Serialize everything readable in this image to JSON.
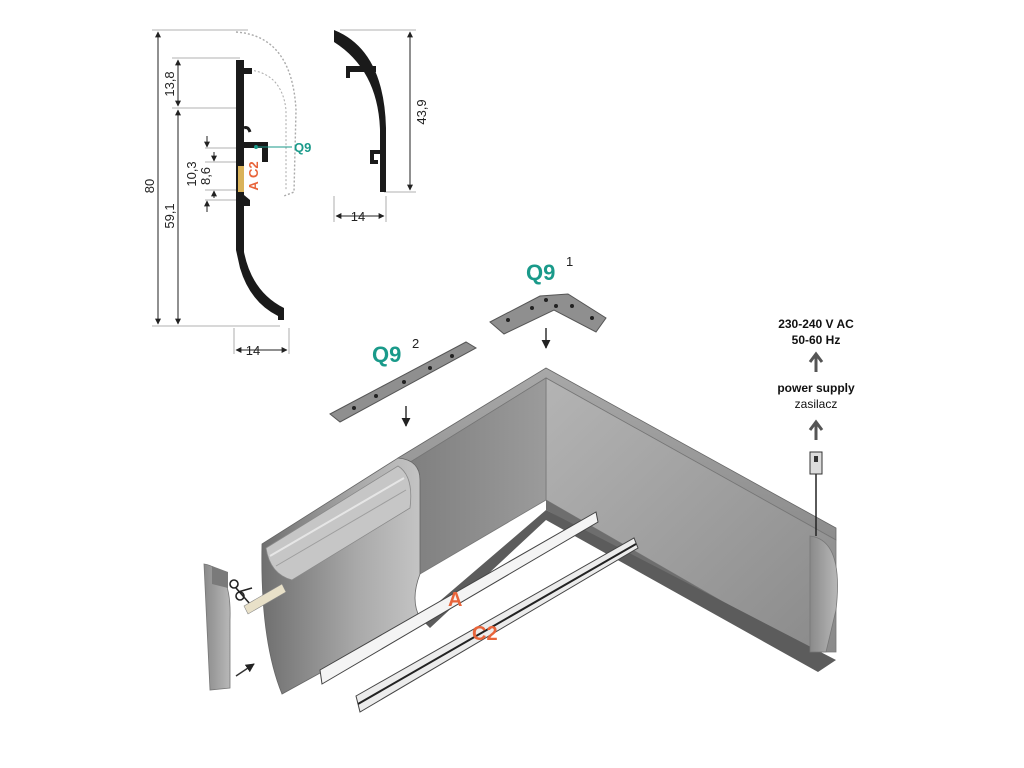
{
  "labels": {
    "q9": "Q9",
    "q9_sup_1": "1",
    "q9_sup_2": "2",
    "a": "A",
    "c2": "C2",
    "ac2_vertical": "A C2"
  },
  "dimensions": {
    "height_total": "80",
    "height_upper": "13,8",
    "height_lower": "59,1",
    "height_channel_outer": "10,3",
    "height_channel_inner": "8,6",
    "width_profile": "14",
    "width_cover": "14",
    "height_cover": "43,9"
  },
  "power": {
    "voltage": "230-240 V AC",
    "frequency": "50-60 Hz",
    "label_en": "power supply",
    "label_pl": "zasilacz"
  },
  "colors": {
    "profile": "#1a1a1a",
    "aluminium": "#9a9a9a",
    "teal": "#1a9a8a",
    "orange": "#e8643a"
  }
}
